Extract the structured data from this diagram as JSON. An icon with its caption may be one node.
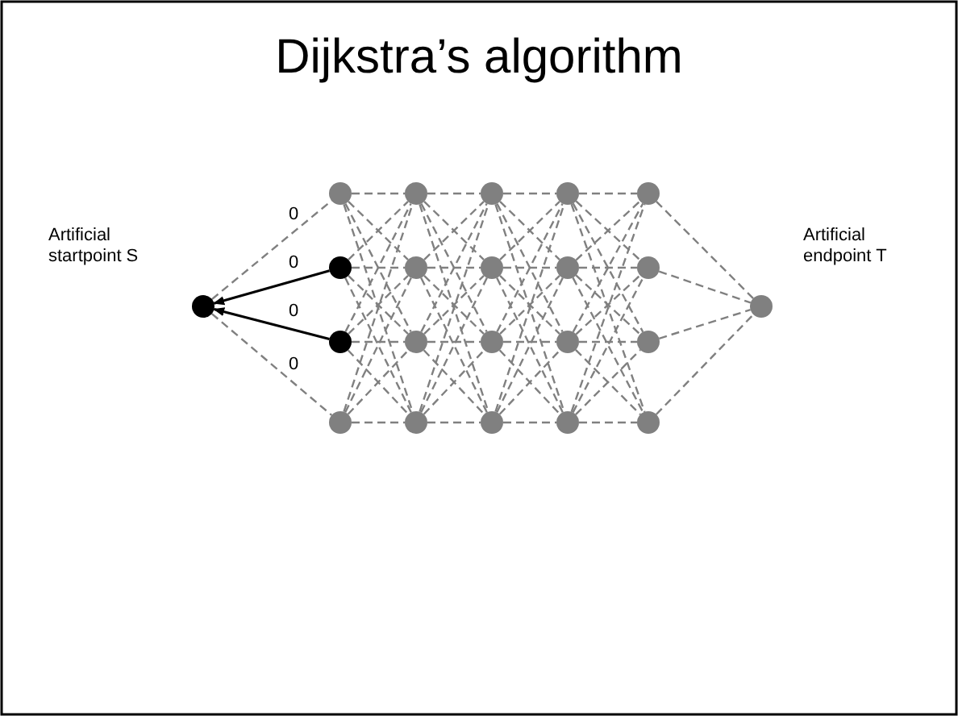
{
  "diagram": {
    "title": "Dijkstra’s algorithm",
    "nodes": [
      {
        "text": [],
        "shape": "circle",
        "beside": [
          "Artificial startpoint S"
        ]
      },
      {
        "text": [],
        "shape": "circle"
      },
      {
        "text": [],
        "shape": "circle"
      },
      {
        "text": [],
        "shape": "circle"
      },
      {
        "text": [],
        "shape": "circle"
      },
      {
        "text": [],
        "shape": "circle"
      },
      {
        "text": [],
        "shape": "circle"
      },
      {
        "text": [],
        "shape": "circle"
      },
      {
        "text": [],
        "shape": "circle"
      },
      {
        "text": [],
        "shape": "circle"
      },
      {
        "text": [],
        "shape": "circle"
      },
      {
        "text": [],
        "shape": "circle"
      },
      {
        "text": [],
        "shape": "circle"
      },
      {
        "text": [],
        "shape": "circle"
      },
      {
        "text": [],
        "shape": "circle"
      },
      {
        "text": [],
        "shape": "circle"
      },
      {
        "text": [],
        "shape": "circle"
      },
      {
        "text": [],
        "shape": "circle"
      },
      {
        "text": [],
        "shape": "circle"
      },
      {
        "text": [],
        "shape": "circle"
      },
      {
        "text": [],
        "shape": "circle"
      },
      {
        "text": [],
        "shape": "circle",
        "beside": [
          "Artificial endpoint T"
        ]
      }
    ],
    "edges": [
      {
        "from": 0,
        "to": 1,
        "arrow": "none",
        "label": "0",
        "style": "dashed"
      },
      {
        "from": 2,
        "to": 0,
        "arrow": "to",
        "label": "0",
        "color": "#000000"
      },
      {
        "from": 3,
        "to": 0,
        "arrow": "to",
        "label": "0",
        "color": "#000000"
      },
      {
        "from": 0,
        "to": 4,
        "arrow": "none",
        "label": "0",
        "style": "dashed"
      },
      {
        "from": 1,
        "to": 5,
        "arrow": "none",
        "style": "dashed"
      },
      {
        "from": 1,
        "to": 6,
        "arrow": "none",
        "style": "dashed"
      },
      {
        "from": 1,
        "to": 7,
        "arrow": "none",
        "style": "dashed"
      },
      {
        "from": 1,
        "to": 8,
        "arrow": "none",
        "style": "dashed"
      },
      {
        "from": 2,
        "to": 5,
        "arrow": "none",
        "style": "dashed"
      },
      {
        "from": 2,
        "to": 6,
        "arrow": "none",
        "style": "dashed"
      },
      {
        "from": 2,
        "to": 7,
        "arrow": "none",
        "style": "dashed"
      },
      {
        "from": 2,
        "to": 8,
        "arrow": "none",
        "style": "dashed"
      },
      {
        "from": 3,
        "to": 5,
        "arrow": "none",
        "style": "dashed"
      },
      {
        "from": 3,
        "to": 6,
        "arrow": "none",
        "style": "dashed"
      },
      {
        "from": 3,
        "to": 7,
        "arrow": "none",
        "style": "dashed"
      },
      {
        "from": 3,
        "to": 8,
        "arrow": "none",
        "style": "dashed"
      },
      {
        "from": 4,
        "to": 5,
        "arrow": "none",
        "style": "dashed"
      },
      {
        "from": 4,
        "to": 6,
        "arrow": "none",
        "style": "dashed"
      },
      {
        "from": 4,
        "to": 7,
        "arrow": "none",
        "style": "dashed"
      },
      {
        "from": 4,
        "to": 8,
        "arrow": "none",
        "style": "dashed"
      },
      {
        "from": 5,
        "to": 9,
        "arrow": "none",
        "style": "dashed"
      },
      {
        "from": 5,
        "to": 10,
        "arrow": "none",
        "style": "dashed"
      },
      {
        "from": 5,
        "to": 11,
        "arrow": "none",
        "style": "dashed"
      },
      {
        "from": 5,
        "to": 12,
        "arrow": "none",
        "style": "dashed"
      },
      {
        "from": 6,
        "to": 9,
        "arrow": "none",
        "style": "dashed"
      },
      {
        "from": 6,
        "to": 10,
        "arrow": "none",
        "style": "dashed"
      },
      {
        "from": 6,
        "to": 11,
        "arrow": "none",
        "style": "dashed"
      },
      {
        "from": 6,
        "to": 12,
        "arrow": "none",
        "style": "dashed"
      },
      {
        "from": 7,
        "to": 9,
        "arrow": "none",
        "style": "dashed"
      },
      {
        "from": 7,
        "to": 10,
        "arrow": "none",
        "style": "dashed"
      },
      {
        "from": 7,
        "to": 11,
        "arrow": "none",
        "style": "dashed"
      },
      {
        "from": 7,
        "to": 12,
        "arrow": "none",
        "style": "dashed"
      },
      {
        "from": 8,
        "to": 9,
        "arrow": "none",
        "style": "dashed"
      },
      {
        "from": 8,
        "to": 10,
        "arrow": "none",
        "style": "dashed"
      },
      {
        "from": 8,
        "to": 11,
        "arrow": "none",
        "style": "dashed"
      },
      {
        "from": 8,
        "to": 12,
        "arrow": "none",
        "style": "dashed"
      },
      {
        "from": 9,
        "to": 13,
        "arrow": "none",
        "style": "dashed"
      },
      {
        "from": 9,
        "to": 14,
        "arrow": "none",
        "style": "dashed"
      },
      {
        "from": 9,
        "to": 15,
        "arrow": "none",
        "style": "dashed"
      },
      {
        "from": 9,
        "to": 16,
        "arrow": "none",
        "style": "dashed"
      },
      {
        "from": 10,
        "to": 13,
        "arrow": "none",
        "style": "dashed"
      },
      {
        "from": 10,
        "to": 14,
        "arrow": "none",
        "style": "dashed"
      },
      {
        "from": 10,
        "to": 15,
        "arrow": "none",
        "style": "dashed"
      },
      {
        "from": 10,
        "to": 16,
        "arrow": "none",
        "style": "dashed"
      },
      {
        "from": 11,
        "to": 13,
        "arrow": "none",
        "style": "dashed"
      },
      {
        "from": 11,
        "to": 14,
        "arrow": "none",
        "style": "dashed"
      },
      {
        "from": 11,
        "to": 15,
        "arrow": "none",
        "style": "dashed"
      },
      {
        "from": 11,
        "to": 16,
        "arrow": "none",
        "style": "dashed"
      },
      {
        "from": 12,
        "to": 13,
        "arrow": "none",
        "style": "dashed"
      },
      {
        "from": 12,
        "to": 14,
        "arrow": "none",
        "style": "dashed"
      },
      {
        "from": 12,
        "to": 15,
        "arrow": "none",
        "style": "dashed"
      },
      {
        "from": 12,
        "to": 16,
        "arrow": "none",
        "style": "dashed"
      },
      {
        "from": 13,
        "to": 17,
        "arrow": "none",
        "style": "dashed"
      },
      {
        "from": 13,
        "to": 18,
        "arrow": "none",
        "style": "dashed"
      },
      {
        "from": 13,
        "to": 19,
        "arrow": "none",
        "style": "dashed"
      },
      {
        "from": 13,
        "to": 20,
        "arrow": "none",
        "style": "dashed"
      },
      {
        "from": 14,
        "to": 17,
        "arrow": "none",
        "style": "dashed"
      },
      {
        "from": 14,
        "to": 18,
        "arrow": "none",
        "style": "dashed"
      },
      {
        "from": 14,
        "to": 19,
        "arrow": "none",
        "style": "dashed"
      },
      {
        "from": 14,
        "to": 20,
        "arrow": "none",
        "style": "dashed"
      },
      {
        "from": 15,
        "to": 17,
        "arrow": "none",
        "style": "dashed"
      },
      {
        "from": 15,
        "to": 18,
        "arrow": "none",
        "style": "dashed"
      },
      {
        "from": 15,
        "to": 19,
        "arrow": "none",
        "style": "dashed"
      },
      {
        "from": 15,
        "to": 20,
        "arrow": "none",
        "style": "dashed"
      },
      {
        "from": 16,
        "to": 17,
        "arrow": "none",
        "style": "dashed"
      },
      {
        "from": 16,
        "to": 18,
        "arrow": "none",
        "style": "dashed"
      },
      {
        "from": 16,
        "to": 19,
        "arrow": "none",
        "style": "dashed"
      },
      {
        "from": 16,
        "to": 20,
        "arrow": "none",
        "style": "dashed"
      },
      {
        "from": 17,
        "to": 21,
        "arrow": "none",
        "style": "dashed"
      },
      {
        "from": 18,
        "to": 21,
        "arrow": "none",
        "style": "dashed"
      },
      {
        "from": 19,
        "to": 21,
        "arrow": "none",
        "style": "dashed"
      },
      {
        "from": 20,
        "to": 21,
        "arrow": "none",
        "style": "dashed"
      }
    ]
  }
}
